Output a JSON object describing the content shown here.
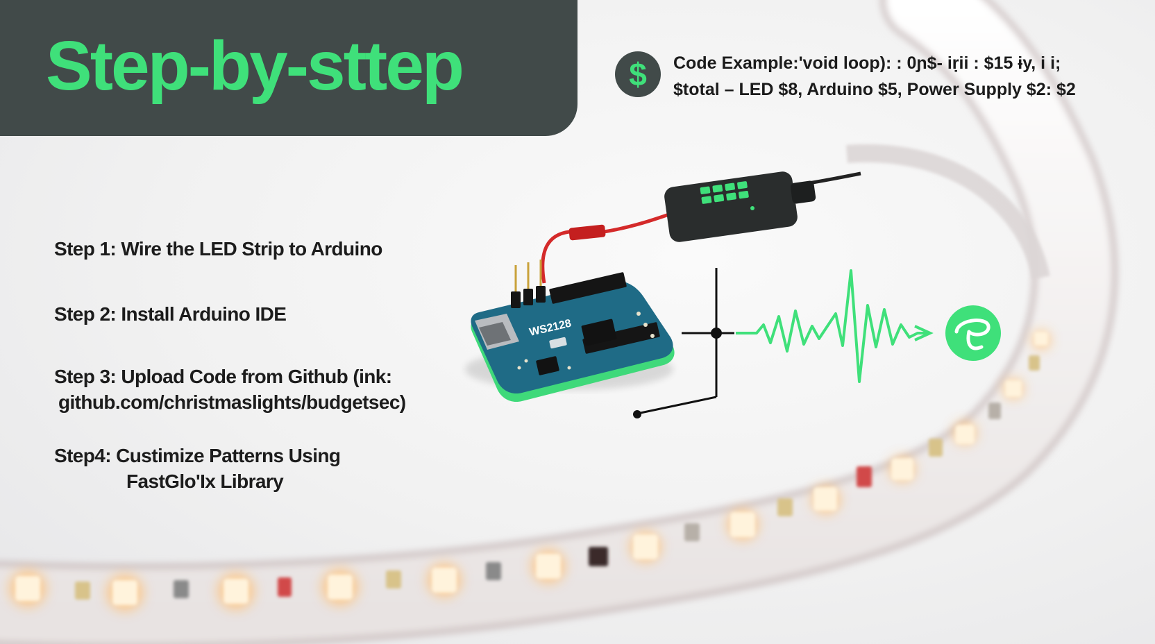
{
  "banner": {
    "title": "Step-by-sttep"
  },
  "cost": {
    "icon": "dollar-icon",
    "icon_glyph": "$",
    "line1": "Code Example:'void loop): : 0ɲ$- iṛii : $15 ɨy, i i;",
    "line2": "$total – LED $8, Arduino $5, Power Supply $2: $2"
  },
  "steps": [
    {
      "line1": "Step 1: Wire the LED Strip to Arduino",
      "line2": ""
    },
    {
      "line1": "Step 2: Install Arduino IDE",
      "line2": ""
    },
    {
      "line1": "Step 3: Upload Code from Github (ink:",
      "line2": "github.com/christmaslights/budgetsec)"
    },
    {
      "line1": "Step4: Custimize Patterns Using",
      "line2": "FastGlo'Ix Library"
    }
  ],
  "board": {
    "chip_label": "WS2128"
  },
  "colors": {
    "accent_green": "#3fe07a",
    "banner_dark": "#414a49",
    "board_blue": "#1f6b86"
  }
}
